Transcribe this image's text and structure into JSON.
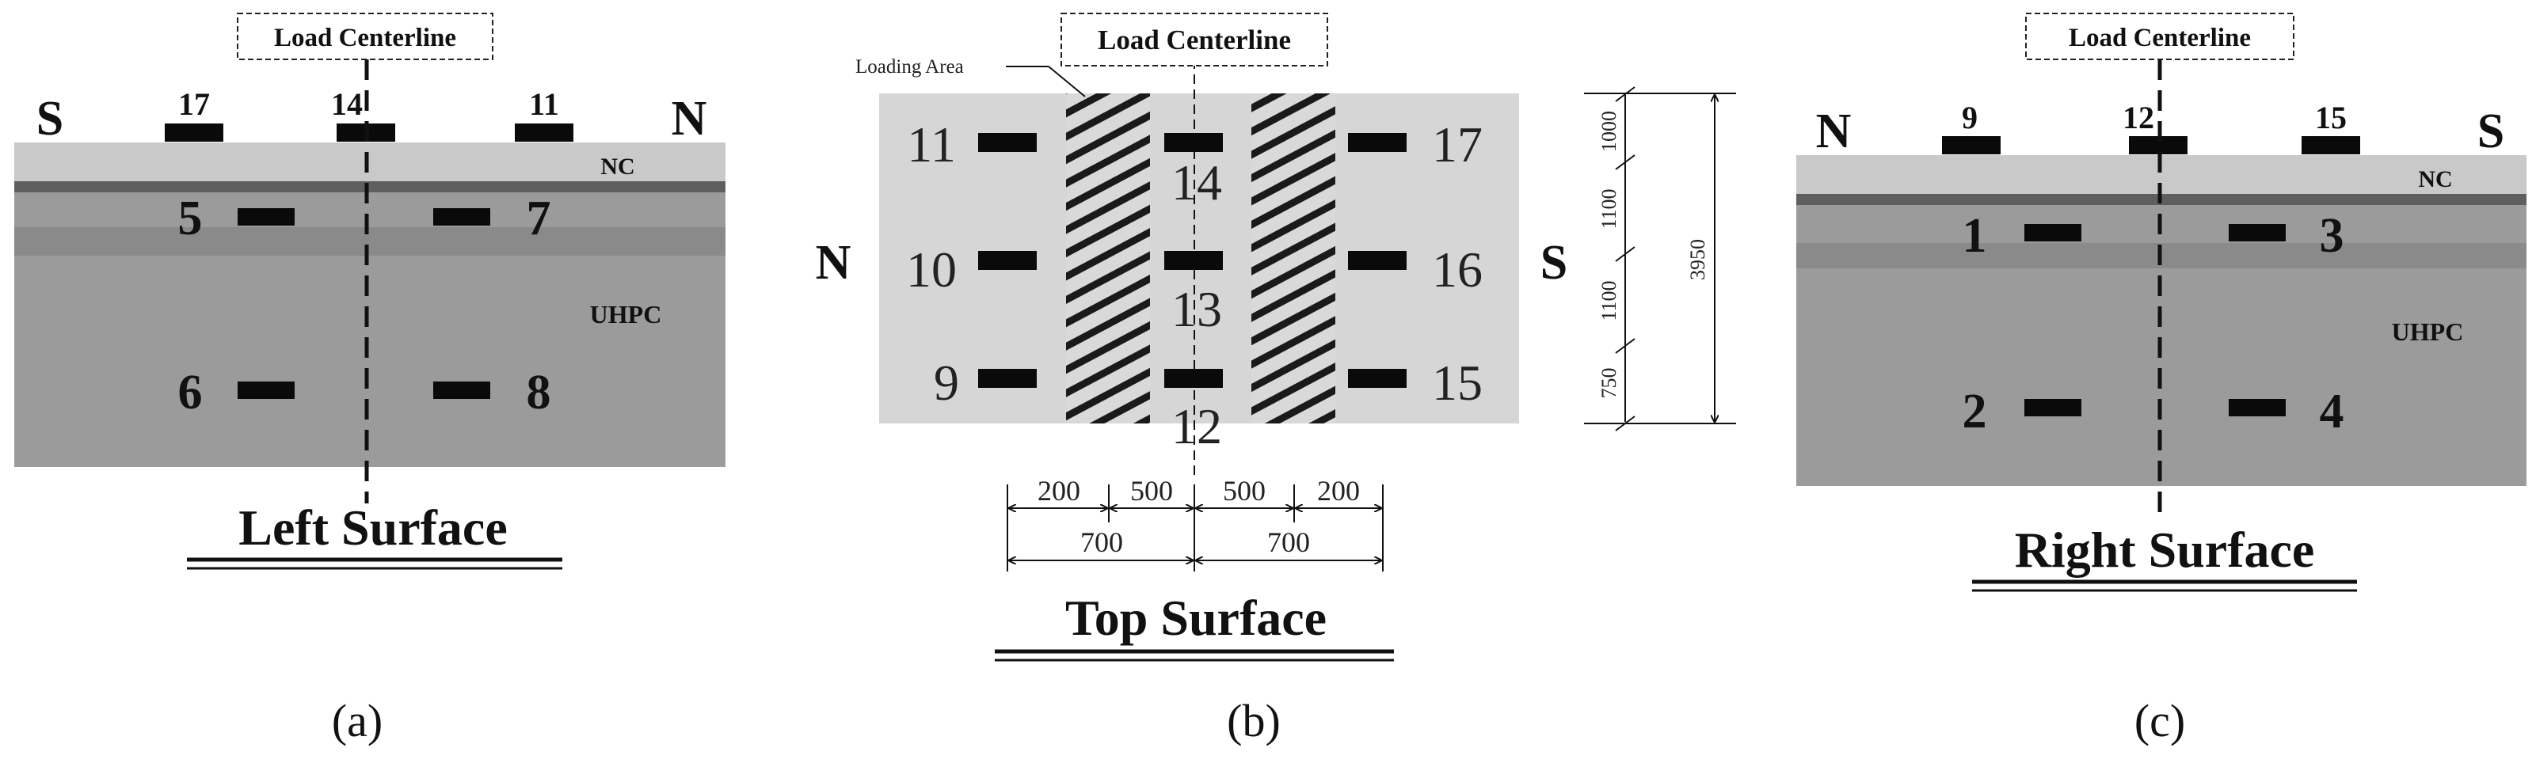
{
  "panels": {
    "left": {
      "caption": "(a)",
      "title": "Left Surface",
      "centerline_label": "Load Centerline",
      "dir_left": "S",
      "dir_right": "N",
      "layer_nc": "NC",
      "layer_uhpc": "UHPC",
      "top_gauges": [
        "17",
        "14",
        "11"
      ],
      "side_gauges": [
        "5",
        "7",
        "6",
        "8"
      ]
    },
    "top": {
      "caption": "(b)",
      "title": "Top Surface",
      "centerline_label": "Load Centerline",
      "loading_area_label": "Loading Area",
      "dir_left": "N",
      "dir_right": "S",
      "gauges": [
        "11",
        "14",
        "17",
        "10",
        "13",
        "16",
        "9",
        "12",
        "15"
      ],
      "dims_row1": [
        "200",
        "500",
        "500",
        "200"
      ],
      "dims_row2": [
        "700",
        "700"
      ],
      "dims_vertical": [
        "1000",
        "1100",
        "1100",
        "750"
      ],
      "dim_total": "3950"
    },
    "right": {
      "caption": "(c)",
      "title": "Right Surface",
      "centerline_label": "Load Centerline",
      "dir_left": "N",
      "dir_right": "S",
      "layer_nc": "NC",
      "layer_uhpc": "UHPC",
      "top_gauges": [
        "9",
        "12",
        "15"
      ],
      "side_gauges": [
        "1",
        "3",
        "2",
        "4"
      ]
    }
  },
  "colors": {
    "nc": "#c9c9c9",
    "uhpc": "#9b9b9b",
    "interface": "#5f5f5f",
    "band": "#8a8a8a",
    "top_slab": "#d6d6d6",
    "gauge": "#0a0a0a"
  }
}
